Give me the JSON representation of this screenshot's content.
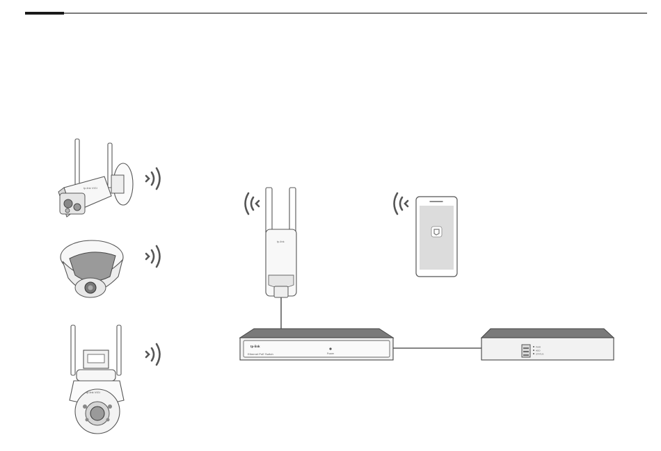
{
  "header": {
    "accent_color": "#1a1a1a",
    "rule_color": "#2a2a2a"
  },
  "devices": {
    "bullet_camera": {
      "icon": "bullet-camera-icon",
      "brand_text": "tp-link VIGI"
    },
    "dome_camera": {
      "icon": "dome-camera-icon"
    },
    "ptz_camera": {
      "icon": "ptz-camera-icon",
      "brand_text": "tp-link VIGI"
    },
    "access_point": {
      "icon": "outdoor-access-point-icon",
      "brand_text": "tp-link"
    },
    "smartphone": {
      "icon": "smartphone-icon",
      "app_icon": "vigi-app-icon"
    },
    "poe_switch": {
      "icon": "poe-switch-icon",
      "brand_text": "tp-link",
      "model_text": "Ethernet PoE Switch",
      "led_label": "Power"
    },
    "nvr": {
      "icon": "nvr-icon",
      "led_labels": [
        "PWR",
        "HDD",
        "STATUS"
      ]
    }
  },
  "wireless_icons": [
    "wifi-signal-icon",
    "wifi-signal-icon",
    "wifi-signal-icon",
    "wifi-signal-icon",
    "wifi-signal-icon"
  ],
  "colors": {
    "line": "#3a3a3a",
    "device_fill": "#f2f2f2",
    "device_dark": "#6e6e6e",
    "screen": "#dcdcdc"
  }
}
